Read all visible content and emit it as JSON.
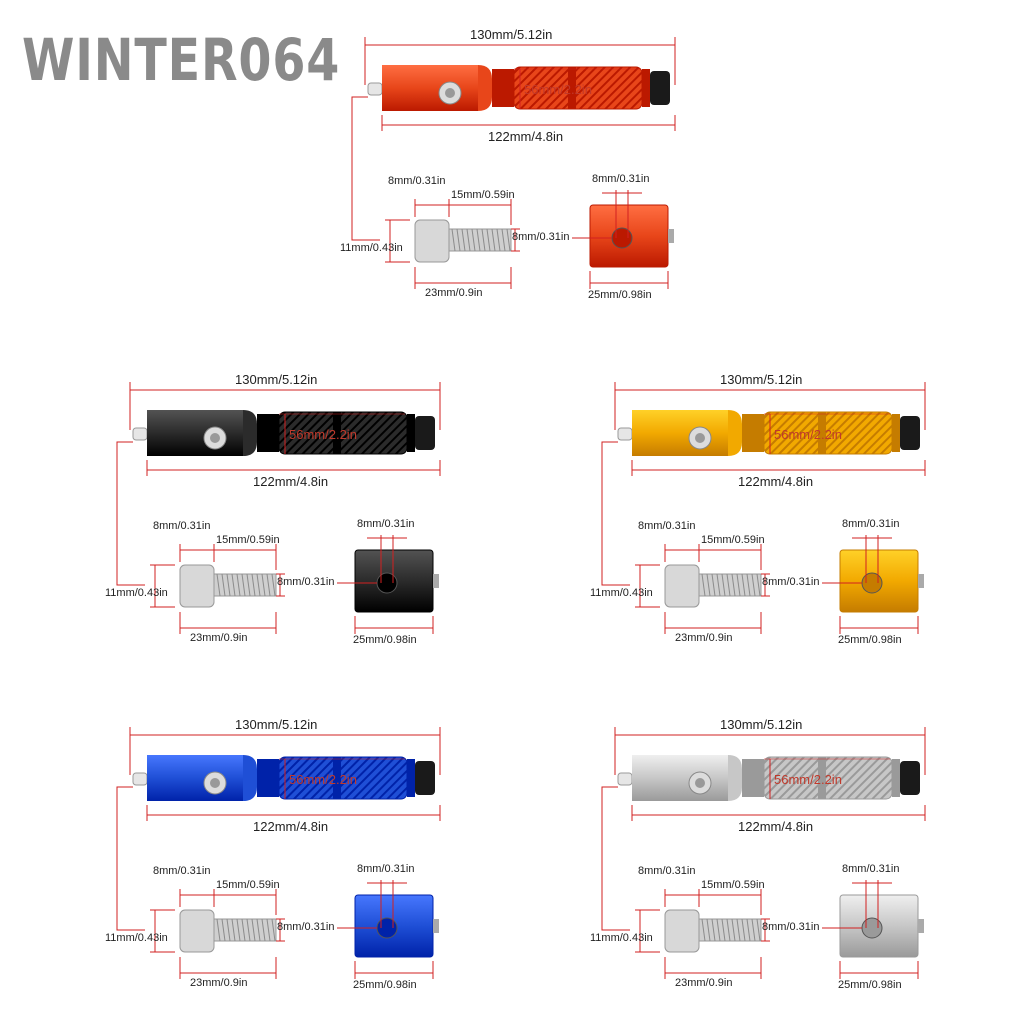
{
  "watermark": "WINTER064",
  "colors": {
    "dim_line": "#d22020",
    "orange": "#e8461a",
    "black": "#2b2b2b",
    "gold": "#f2a900",
    "blue": "#1f4fd6",
    "silver": "#c7c7c7",
    "bolt": "#d8d8d8"
  },
  "dimensions": {
    "overall_length": "130mm/5.12in",
    "peg_length": "122mm/4.8in",
    "grip_diameter": "56mm/2.2in",
    "bolt_head": "8mm/0.31in",
    "bolt_thread": "15mm/0.59in",
    "bolt_height": "11mm/0.43in",
    "bolt_diameter": "8mm/0.31in",
    "bolt_length": "23mm/0.9in",
    "block_hole": "8mm/0.31in",
    "block_width": "25mm/0.98in"
  },
  "variants": [
    {
      "name": "orange",
      "color": "#e8461a"
    },
    {
      "name": "black",
      "color": "#2b2b2b"
    },
    {
      "name": "gold",
      "color": "#f2a900"
    },
    {
      "name": "blue",
      "color": "#1f4fd6"
    },
    {
      "name": "silver",
      "color": "#c7c7c7"
    }
  ]
}
